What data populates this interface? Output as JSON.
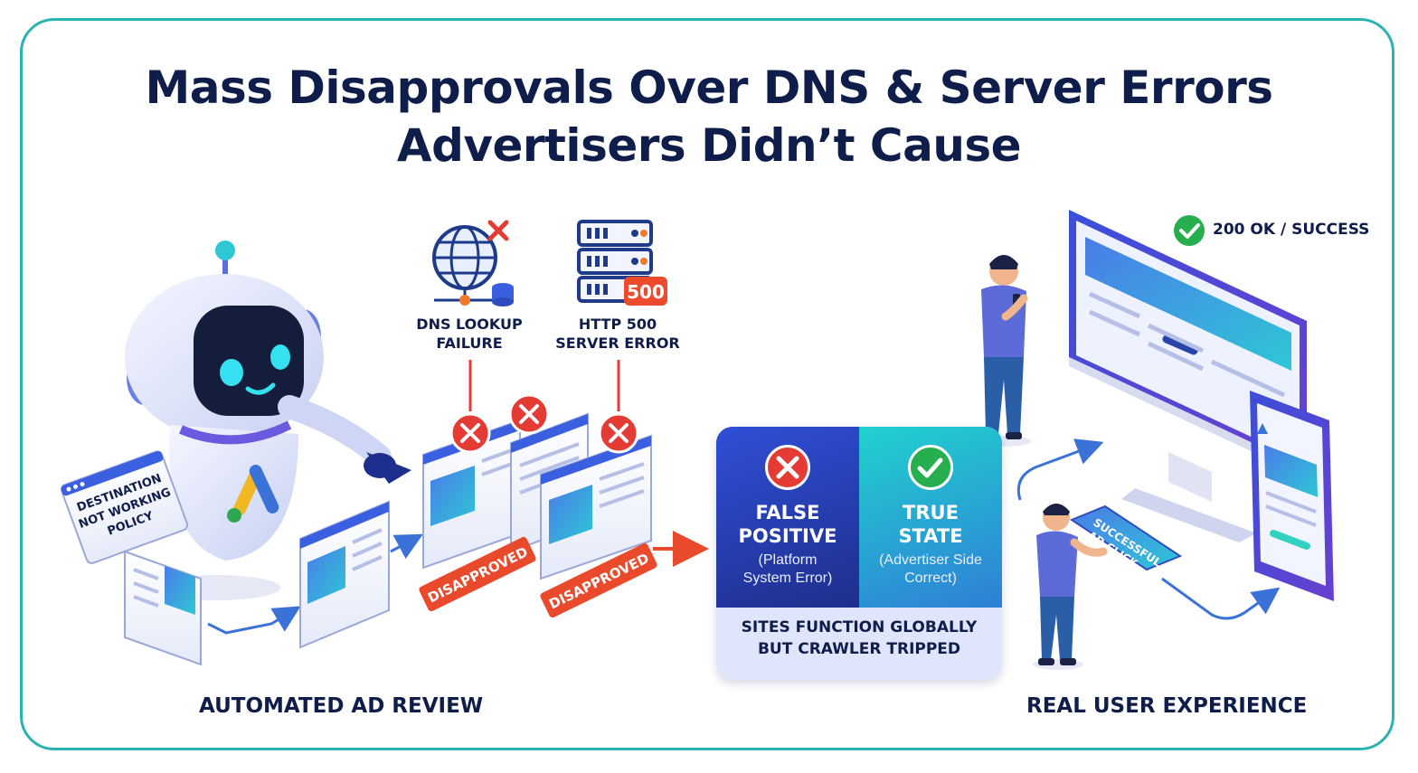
{
  "title": {
    "line1": "Mass Disapprovals Over DNS & Server Errors",
    "line2": "Advertisers Didn’t Cause"
  },
  "review": {
    "section_label": "AUTOMATED AD REVIEW",
    "policy_card_text": [
      "DESTINATION",
      "NOT WORKING",
      "POLICY"
    ],
    "dns_error_label": [
      "DNS LOOKUP",
      "FAILURE"
    ],
    "http_error_label": [
      "HTTP 500",
      "SERVER ERROR"
    ],
    "server_badge": "500",
    "disapproved_tags": [
      "DISAPPROVED",
      "DISAPPROVED"
    ]
  },
  "comparison": {
    "left_title": [
      "FALSE",
      "POSITIVE"
    ],
    "left_sub": [
      "(Platform",
      "System Error)"
    ],
    "right_title": [
      "TRUE",
      "STATE"
    ],
    "right_sub": [
      "(Advertiser Side",
      "Correct)"
    ],
    "footer": [
      "SITES FUNCTION GLOBALLY",
      "BUT CRAWLER TRIPPED"
    ]
  },
  "user": {
    "section_label": "REAL USER EXPERIENCE",
    "status_text": "200 OK / SUCCESS",
    "click_card_text": [
      "SUCCESSFUL",
      "AD CLICK"
    ]
  },
  "colors": {
    "navy": "#0f1d4a",
    "teal": "#2bb3b1",
    "error_red": "#e53b35",
    "success_green": "#27ae4e",
    "orange": "#f06a2a",
    "blue": "#3a5fe0"
  },
  "icons": [
    "robot-icon",
    "globe-error-icon",
    "server-icon",
    "error-icon",
    "check-icon",
    "person-icon",
    "monitor-icon",
    "phone-icon"
  ]
}
